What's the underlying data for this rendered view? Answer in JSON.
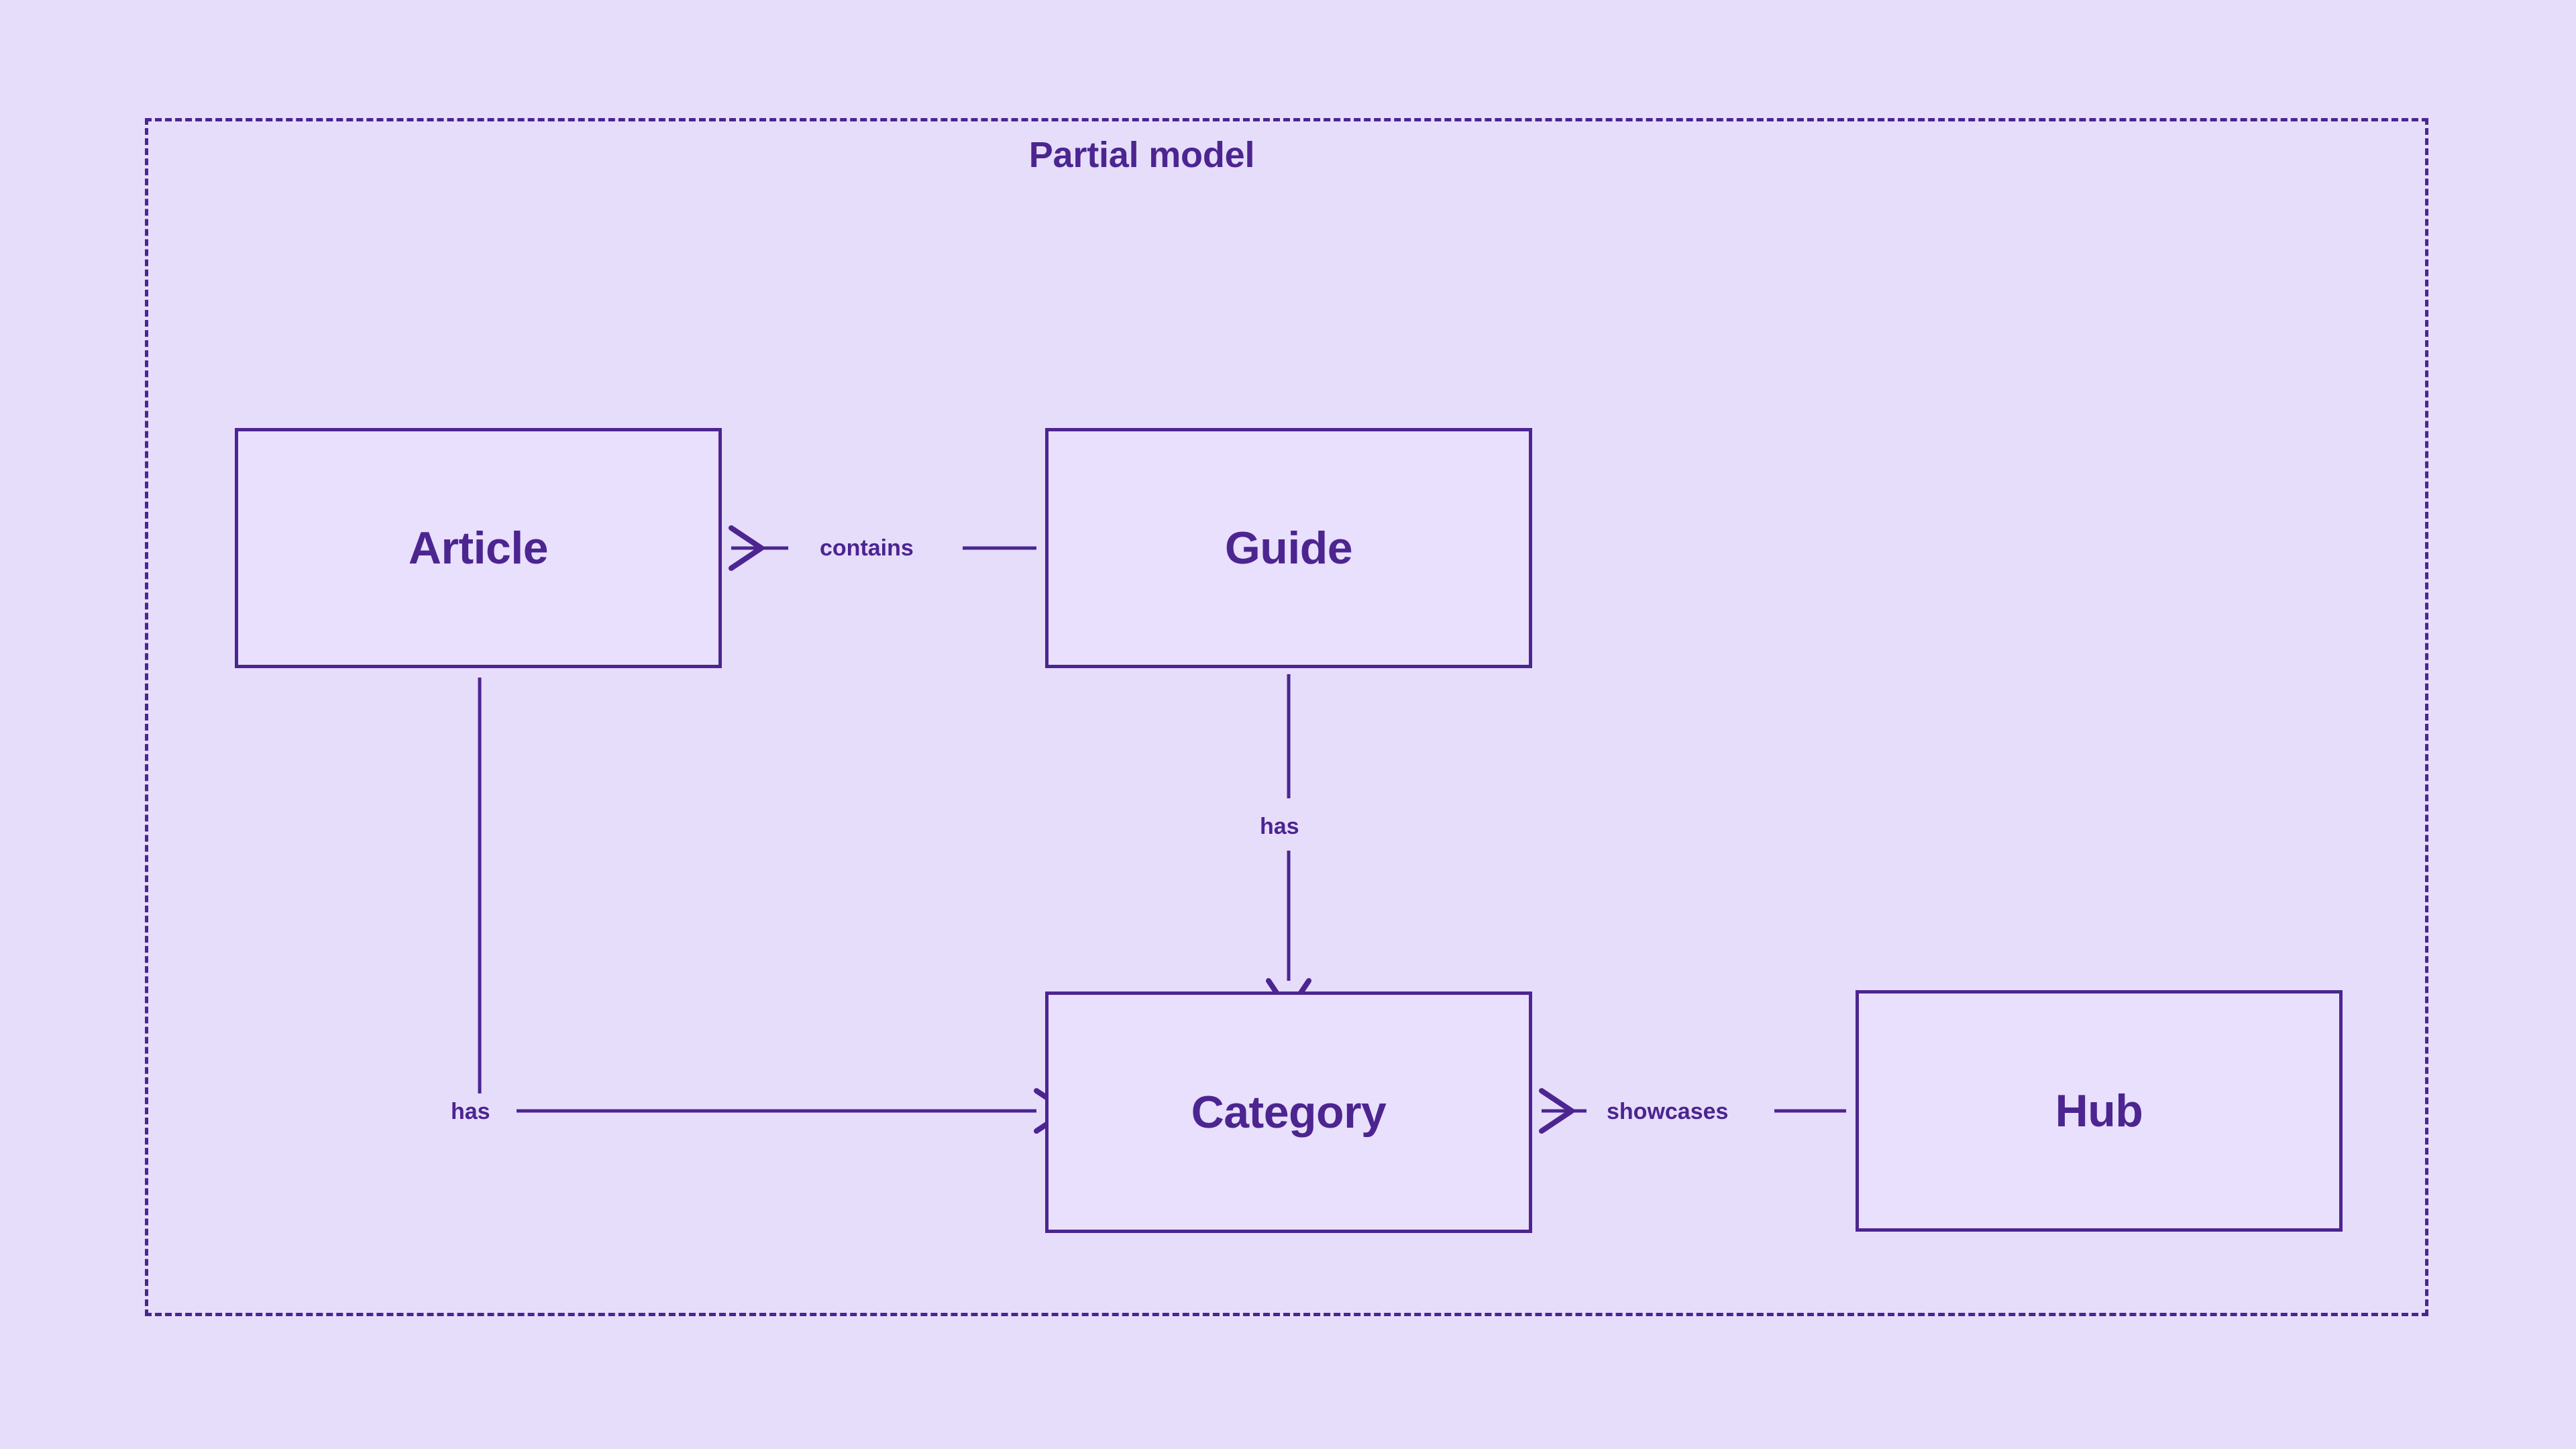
{
  "diagram": {
    "title": "Partial model",
    "type": "entity-relationship",
    "background_color": "#e6ddfb",
    "stroke_color": "#4c2590",
    "node_fill_color": "#e8e0fc",
    "container": {
      "label": "Partial model",
      "border_style": "dashed"
    },
    "nodes": [
      {
        "id": "article",
        "label": "Article"
      },
      {
        "id": "guide",
        "label": "Guide"
      },
      {
        "id": "category",
        "label": "Category"
      },
      {
        "id": "hub",
        "label": "Hub"
      }
    ],
    "edges": [
      {
        "id": "guide-contains-article",
        "from": "Guide",
        "to": "Article",
        "label": "contains",
        "direction": "left"
      },
      {
        "id": "guide-has-category",
        "from": "Guide",
        "to": "Category",
        "label": "has",
        "direction": "down"
      },
      {
        "id": "article-has-category",
        "from": "Article",
        "to": "Category",
        "label": "has",
        "direction": "right"
      },
      {
        "id": "hub-showcases-category",
        "from": "Hub",
        "to": "Category",
        "label": "showcases",
        "direction": "left"
      }
    ]
  }
}
